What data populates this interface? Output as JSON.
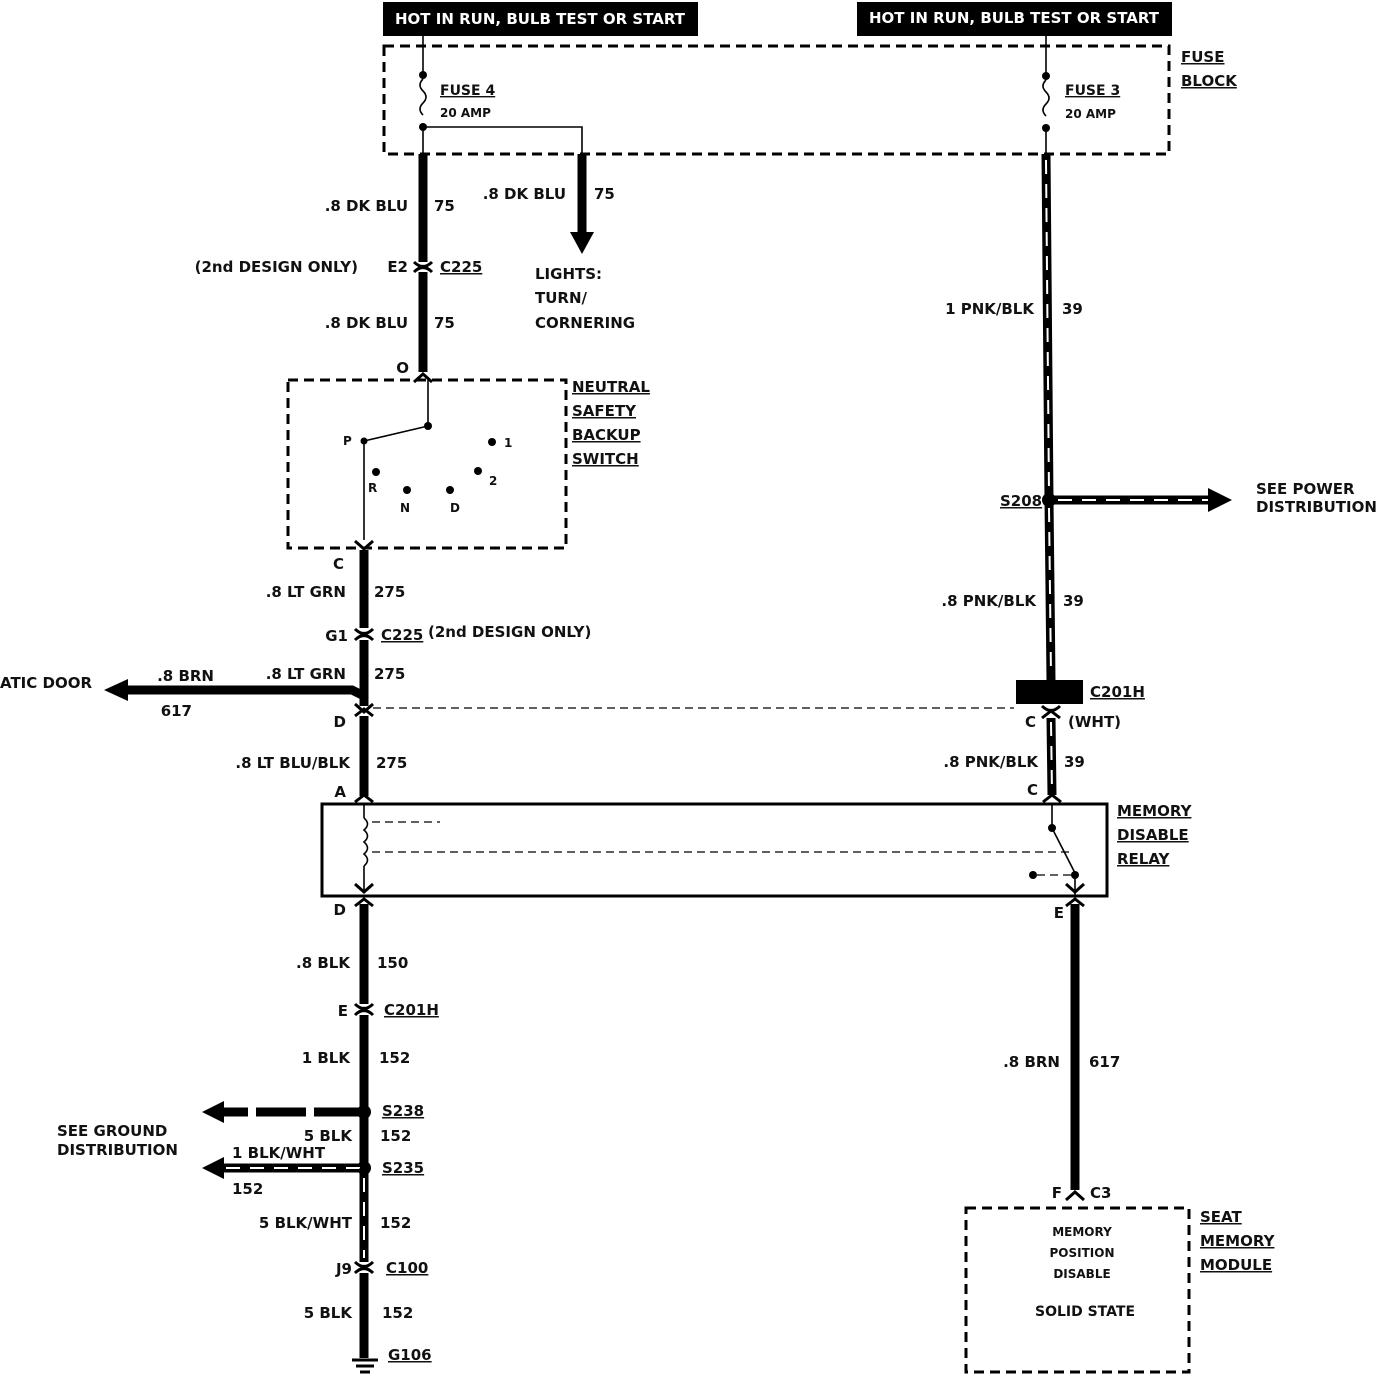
{
  "headers": {
    "left": "HOT IN RUN, BULB TEST OR START",
    "right": "HOT IN RUN, BULB TEST OR START"
  },
  "fuse_block": {
    "title_line1": "FUSE",
    "title_line2": "BLOCK",
    "fuse4_name": "FUSE 4",
    "fuse4_rating": "20 AMP",
    "fuse3_name": "FUSE 3",
    "fuse3_rating": "20 AMP"
  },
  "left_circuit": {
    "w1_size": ".8 DK BLU",
    "w1_num": "75",
    "branch_size": ".8 DK BLU",
    "branch_num": "75",
    "branch_dest_1": "LIGHTS:",
    "branch_dest_2": "TURN/",
    "branch_dest_3": "CORNERING",
    "c225a_note": "(2nd DESIGN ONLY)",
    "c225a_pin": "E2",
    "c225a_name": "C225",
    "w2_size": ".8 DK BLU",
    "w2_num": "75",
    "nss_pin_in": "O",
    "nss_title_1": "NEUTRAL",
    "nss_title_2": "SAFETY",
    "nss_title_3": "BACKUP",
    "nss_title_4": "SWITCH",
    "pos_p": "P",
    "pos_r": "R",
    "pos_n": "N",
    "pos_d": "D",
    "pos_2": "2",
    "pos_1": "1",
    "nss_pin_out": "C",
    "w3_size": ".8 LT GRN",
    "w3_num": "275",
    "c225b_pin": "G1",
    "c225b_name": "C225",
    "c225b_note": "(2nd DESIGN ONLY)",
    "w4_size": ".8 LT GRN",
    "w4_num": "275",
    "door_size": ".8 BRN",
    "door_num": "617",
    "door_dest": "ATIC DOOR",
    "pin_d_upper": "D",
    "w5_size": ".8 LT BLU/BLK",
    "w5_num": "275",
    "relay_pin_a": "A",
    "relay_pin_d": "D",
    "w6_size": ".8 BLK",
    "w6_num": "150",
    "c201h_pin": "E",
    "c201h_name": "C201H",
    "w7_size": "1 BLK",
    "w7_num": "152",
    "s238": "S238",
    "w8_size": "5 BLK",
    "w8_num": "152",
    "ground_dest_1": "SEE GROUND",
    "ground_dest_2": "DISTRIBUTION",
    "s235": "S235",
    "s235_branch_size": "1 BLK/WHT",
    "s235_branch_num": "152",
    "w9_size": "5 BLK/WHT",
    "w9_num": "152",
    "c100_pin": "J9",
    "c100_name": "C100",
    "w10_size": "5 BLK",
    "w10_num": "152",
    "ground": "G106"
  },
  "right_circuit": {
    "w1_size": "1 PNK/BLK",
    "w1_num": "39",
    "s208": "S208",
    "power_dest_1": "SEE POWER",
    "power_dest_2": "DISTRIBUTION",
    "w2_size": ".8 PNK/BLK",
    "w2_num": "39",
    "c201h_name": "C201H",
    "c201h_pin": "C",
    "c201h_color": "(WHT)",
    "w3_size": ".8 PNK/BLK",
    "w3_num": "39",
    "relay_pin_c": "C",
    "relay_title_1": "MEMORY",
    "relay_title_2": "DISABLE",
    "relay_title_3": "RELAY",
    "relay_pin_e": "E",
    "w4_size": ".8 BRN",
    "w4_num": "617",
    "module_pin": "F",
    "module_conn": "C3",
    "module_line_1": "MEMORY",
    "module_line_2": "POSITION",
    "module_line_3": "DISABLE",
    "module_line_4": "SOLID STATE",
    "module_title_1": "SEAT",
    "module_title_2": "MEMORY",
    "module_title_3": "MODULE"
  }
}
